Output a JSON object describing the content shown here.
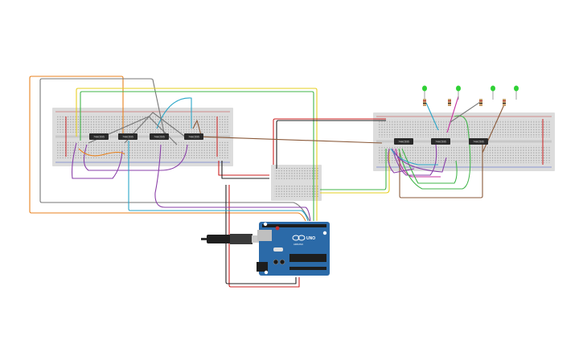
{
  "circuit": {
    "breadboard_left": {
      "chips": [
        {
          "label": "74HC595"
        },
        {
          "label": "74HC595"
        },
        {
          "label": "74HC595"
        },
        {
          "label": "74HC595"
        }
      ]
    },
    "breadboard_right": {
      "chips": [
        {
          "label": "74HC595"
        },
        {
          "label": "74HC595"
        },
        {
          "label": "74HC595"
        }
      ],
      "leds": [
        {
          "color": "#2fd135"
        },
        {
          "color": "#2fd135"
        },
        {
          "color": "#2fd135"
        },
        {
          "color": "#2fd135"
        }
      ]
    },
    "arduino": {
      "brand": "ARDUINO",
      "model": "UNO",
      "pcb_color": "#2b6aa8"
    },
    "colors": {
      "breadboard": "#dcdcdc",
      "wire_orange": "#e8821e",
      "wire_gray": "#777777",
      "wire_yellow": "#e6cf22",
      "wire_green": "#42b54a",
      "wire_red": "#cc2020",
      "wire_purple": "#8a3fa8",
      "wire_cyan": "#2aa6c8",
      "wire_brown": "#8a5a3a",
      "wire_magenta": "#c430a0",
      "wire_black": "#222222"
    }
  }
}
